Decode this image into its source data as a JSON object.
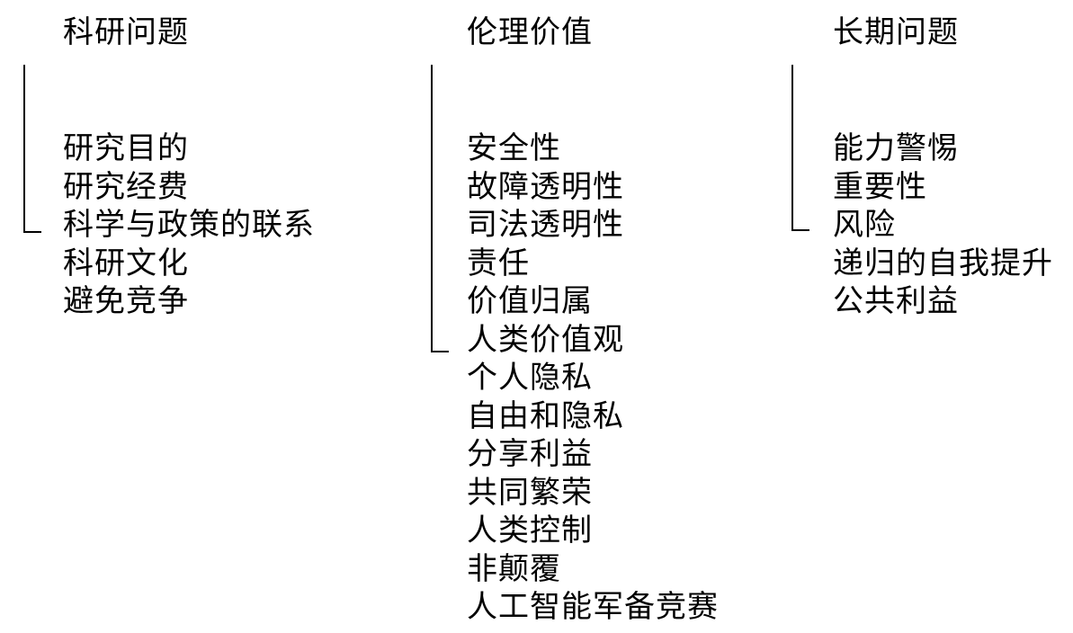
{
  "columns": [
    {
      "title": "科研问题",
      "items": [
        "研究目的",
        "研究经费",
        "科学与政策的联系",
        "科研文化",
        "避免竞争"
      ]
    },
    {
      "title": "伦理价值",
      "items": [
        "安全性",
        "故障透明性",
        "司法透明性",
        "责任",
        "价值归属",
        "人类价值观",
        "个人隐私",
        "自由和隐私",
        "分享利益",
        "共同繁荣",
        "人类控制",
        "非颠覆",
        "人工智能军备竞赛"
      ]
    },
    {
      "title": "长期问题",
      "items": [
        "能力警惕",
        "重要性",
        "风险",
        "递归的自我提升",
        "公共利益"
      ]
    }
  ]
}
